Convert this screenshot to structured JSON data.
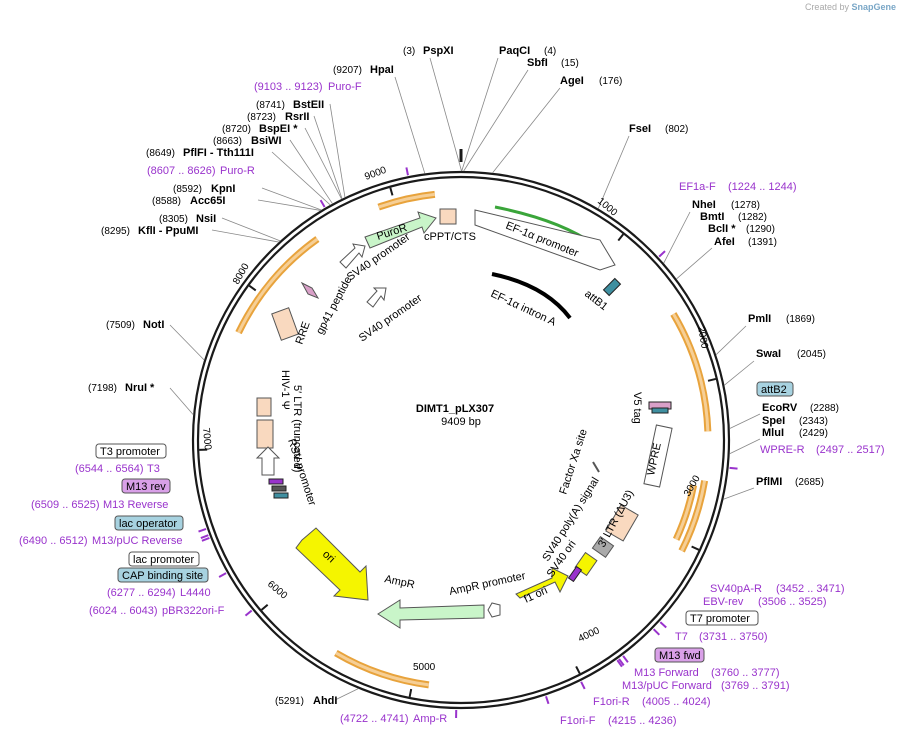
{
  "credit": {
    "prefix": "Created by",
    "brand": "SnapGene"
  },
  "plasmid": {
    "name": "DIMT1_pLX307",
    "size": "9409 bp",
    "total_bp": 9409
  },
  "ticks": [
    "1000",
    "2000",
    "3000",
    "4000",
    "5000",
    "6000",
    "7000",
    "8000",
    "9000"
  ],
  "enzymes": [
    {
      "name": "PspXI",
      "coord": "(3)"
    },
    {
      "name": "PaqCI",
      "coord": "(4)"
    },
    {
      "name": "SbfI",
      "coord": "(15)"
    },
    {
      "name": "AgeI",
      "coord": "(176)"
    },
    {
      "name": "FseI",
      "coord": "(802)"
    },
    {
      "name": "NheI",
      "coord": "(1278)"
    },
    {
      "name": "BmtI",
      "coord": "(1282)"
    },
    {
      "name": "BclI *",
      "coord": "(1290)"
    },
    {
      "name": "AfeI",
      "coord": "(1391)"
    },
    {
      "name": "PmlI",
      "coord": "(1869)"
    },
    {
      "name": "SwaI",
      "coord": "(2045)"
    },
    {
      "name": "EcoRV",
      "coord": "(2288)"
    },
    {
      "name": "SpeI",
      "coord": "(2343)"
    },
    {
      "name": "MluI",
      "coord": "(2429)"
    },
    {
      "name": "PflMI",
      "coord": "(2685)"
    },
    {
      "name": "AhdI",
      "coord": "(5291)"
    },
    {
      "name": "NruI *",
      "coord": "(7198)"
    },
    {
      "name": "NotI",
      "coord": "(7509)"
    },
    {
      "name": "KflI  - PpuMI",
      "coord": "(8295)"
    },
    {
      "name": "NsiI",
      "coord": "(8305)"
    },
    {
      "name": "Acc65I",
      "coord": "(8588)"
    },
    {
      "name": "KpnI",
      "coord": "(8592)"
    },
    {
      "name": "PflFI  - Tth111I",
      "coord": "(8649)"
    },
    {
      "name": "BsiWI",
      "coord": "(8663)"
    },
    {
      "name": "BspEI *",
      "coord": "(8720)"
    },
    {
      "name": "RsrII",
      "coord": "(8723)"
    },
    {
      "name": "BstEII",
      "coord": "(8741)"
    },
    {
      "name": "HpaI",
      "coord": "(9207)"
    }
  ],
  "primers": [
    {
      "name": "EF1a-F",
      "coord": "(1224 .. 1244)"
    },
    {
      "name": "WPRE-R",
      "coord": "(2497 .. 2517)"
    },
    {
      "name": "SV40pA-R",
      "coord": "(3452 .. 3471)"
    },
    {
      "name": "EBV-rev",
      "coord": "(3506 .. 3525)"
    },
    {
      "name": "T7",
      "coord": "(3731 .. 3750)"
    },
    {
      "name": "M13 Forward",
      "coord": "(3760 .. 3777)"
    },
    {
      "name": "M13/pUC Forward",
      "coord": "(3769 .. 3791)"
    },
    {
      "name": "F1ori-R",
      "coord": "(4005 .. 4024)"
    },
    {
      "name": "F1ori-F",
      "coord": "(4215 .. 4236)"
    },
    {
      "name": "Amp-R",
      "coord": "(4722 .. 4741)"
    },
    {
      "name": "pBR322ori-F",
      "coord": "(6024 .. 6043)"
    },
    {
      "name": "L4440",
      "coord": "(6277 .. 6294)"
    },
    {
      "name": "M13/pUC Reverse",
      "coord": "(6490 .. 6512)"
    },
    {
      "name": "M13 Reverse",
      "coord": "(6509 .. 6525)"
    },
    {
      "name": "T3",
      "coord": "(6544 .. 6564)"
    },
    {
      "name": "Puro-R",
      "coord": "(8607 .. 8626)"
    },
    {
      "name": "Puro-F",
      "coord": "(9103 .. 9123)"
    }
  ],
  "boxed_labels": {
    "attB2": "attB2",
    "T7_promoter": "T7 promoter",
    "M13_fwd": "M13 fwd",
    "T3_promoter": "T3 promoter",
    "M13_rev": "M13 rev",
    "lac_operator": "lac operator",
    "lac_promoter": "lac promoter",
    "CAP_binding_site": "CAP binding site"
  },
  "features": {
    "cPPT_CTS": "cPPT/CTS",
    "EF1a_promoter": "EF-1α promoter",
    "EF1a_intron": "EF-1α intron A",
    "attB1": "attB1",
    "PuroR": "PuroR",
    "SV40_promoter_a": "SV40 promoter",
    "SV40_promoter_b": "SV40 promoter",
    "gp41_peptide": "gp41 peptide",
    "RRE": "RRE",
    "V5_tag": "V5 tag",
    "WPRE": "WPRE",
    "Factor_Xa": "Factor Xa site",
    "LTR3": "3′ LTR (ΔU3)",
    "SV40_polyA": "SV40 poly(A) signal",
    "SV40_ori": "SV40 ori",
    "f1_ori": "f1 ori",
    "AmpR_promoter": "AmpR promoter",
    "AmpR": "AmpR",
    "ori": "ori",
    "RSV_promoter": "RSV promoter",
    "LTR5": "5′ LTR (truncated)",
    "HIV1_psi": "HIV-1 Ψ"
  },
  "colors": {
    "backbone": "#1a1a1a",
    "primer": "#9933cc",
    "orf_outline": "#e8a33c",
    "orf_fill": "#f6cf96",
    "puroR": "#c9f5c9",
    "ampR": "#c9f5c9",
    "ef1a_arrow": "#3aa53a",
    "yellow": "#f5f500",
    "ltr": "#f9d9bf",
    "tag": "#3f8fa0",
    "gray": "#aaaaaa",
    "boxed_fill": "#a7d2e0"
  }
}
